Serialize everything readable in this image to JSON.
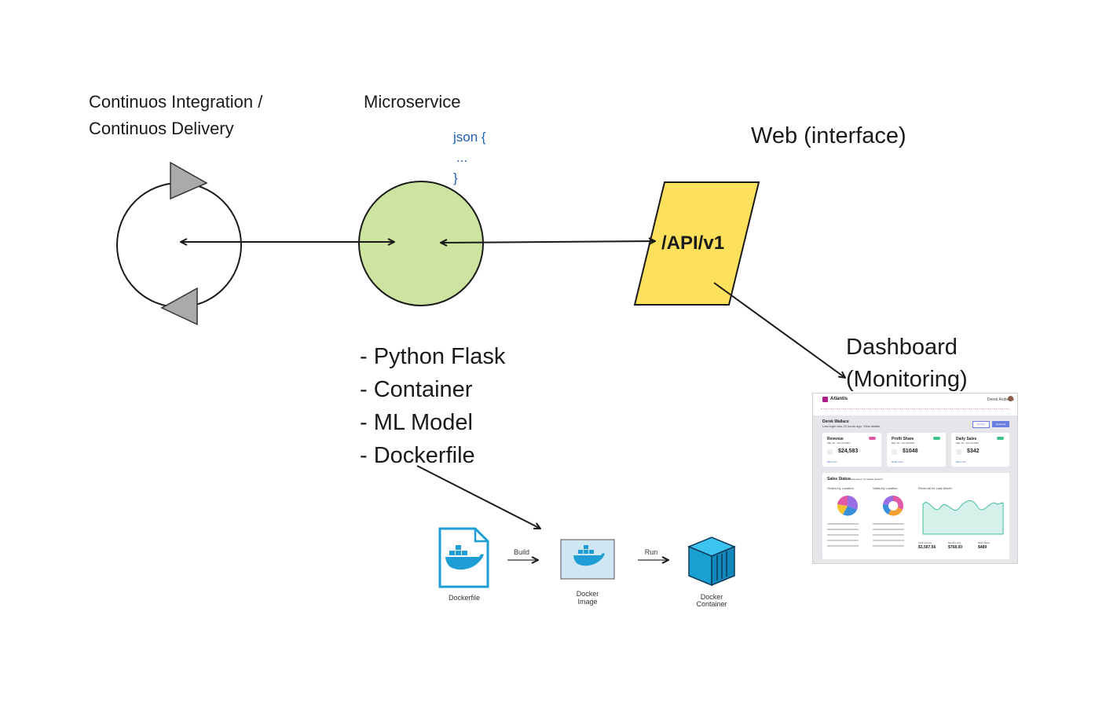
{
  "labels": {
    "cicd_line1": "Continuos Integration /",
    "cicd_line2": "Continuos Delivery",
    "microservice": "Microservice",
    "json_line1": "json {",
    "json_line2": "...",
    "json_line3": "}",
    "web": "Web (interface)",
    "api": "/API/v1",
    "dashboard_line1": "Dashboard",
    "dashboard_line2": "(Monitoring)"
  },
  "features": [
    "- Python Flask",
    "- Container",
    "- ML Model",
    "- Dockerfile"
  ],
  "docker_flow": {
    "dockerfile": "Dockerfile",
    "build": "Build",
    "image_line1": "Docker",
    "image_line2": "Image",
    "run": "Run",
    "container_line1": "Docker",
    "container_line2": "Container"
  },
  "dashboard": {
    "brand": "Atlantis",
    "user": "Derek Andrews",
    "greeting": "Derek Wallace",
    "sub": "Last login was 23 hours ago. View details",
    "btn1": "Monthly",
    "btn2": "Quarterly",
    "cards": [
      {
        "title": "Revenue",
        "date": "May 16 - Jun 20,2024",
        "value": "$24,583",
        "link": "More info"
      },
      {
        "title": "Profit Share",
        "date": "May 16 - Jun 20,2024",
        "value": "$1048",
        "link": "Read more"
      },
      {
        "title": "Daily Sales",
        "date": "May 16 - Jun 20,2024",
        "value": "$342",
        "link": "More info"
      }
    ],
    "sales_title": "Sales Status",
    "sales_sub": "Performance for Global Network",
    "orders_title": "Orders by Location",
    "sales_loc_title": "Sales by Location",
    "revenue_title": "Revenue for Last Month",
    "footer": [
      {
        "label": "Total Income",
        "value": "$3,567.56"
      },
      {
        "label": "Monthly Avg",
        "value": "$768.00"
      },
      {
        "label": "Daily Sales",
        "value": "$489"
      }
    ]
  },
  "colors": {
    "circle_fill": "#cde4a0",
    "parallelogram_fill": "#fde05b",
    "triangle_fill": "#aaaaaa",
    "docker_blue": "#1f9ed6"
  }
}
